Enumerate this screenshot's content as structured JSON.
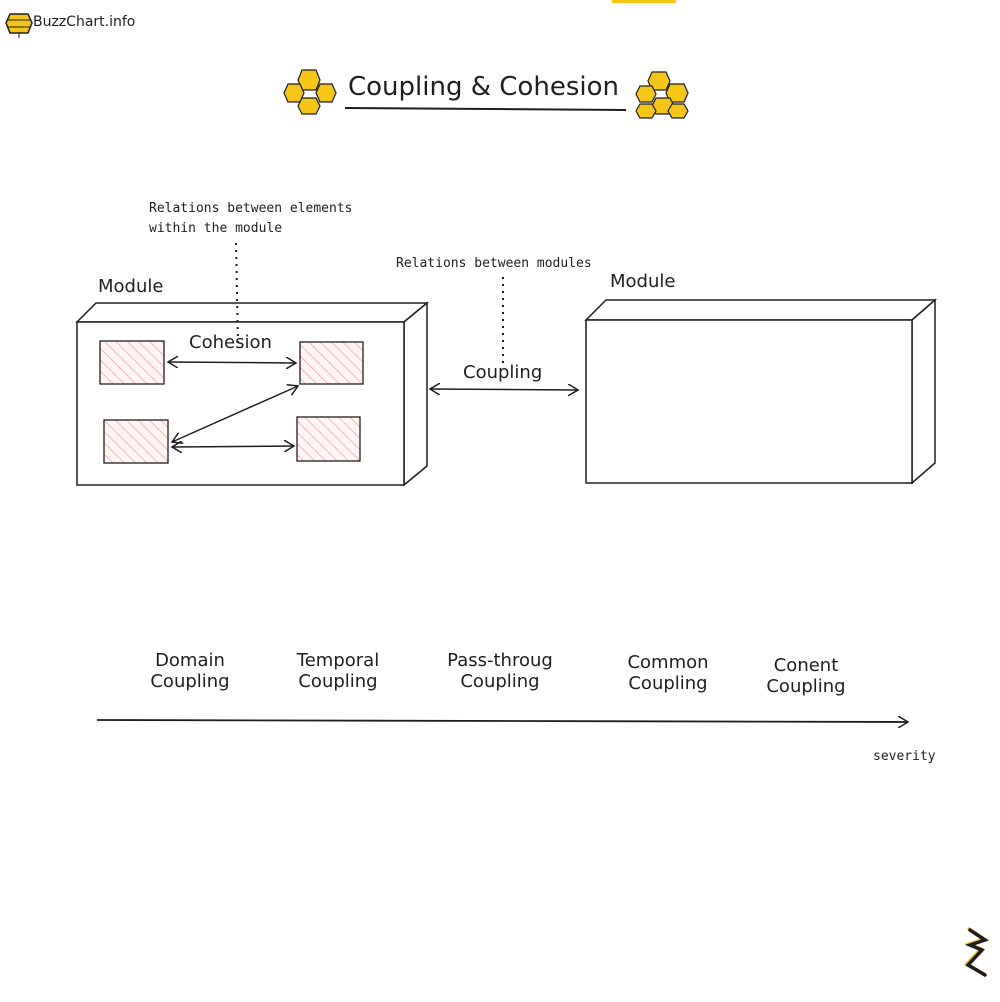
{
  "brand": {
    "name": "BuzzChart.info"
  },
  "title": "Coupling & Cohesion",
  "diagram": {
    "left_module_label": "Module",
    "right_module_label": "Module",
    "cohesion_label": "Cohesion",
    "coupling_label": "Coupling",
    "cohesion_note_line1": "Relations between elements",
    "cohesion_note_line2": "within the module",
    "coupling_note": "Relations between modules"
  },
  "scale": {
    "items": [
      {
        "line1": "Domain",
        "line2": "Coupling"
      },
      {
        "line1": "Temporal",
        "line2": "Coupling"
      },
      {
        "line1": "Pass-throug",
        "line2": "Coupling"
      },
      {
        "line1": "Common",
        "line2": "Coupling"
      },
      {
        "line1": "Conent",
        "line2": "Coupling"
      }
    ],
    "axis_label": "severity"
  },
  "colors": {
    "accent": "#f5c518",
    "hatch": "#f4b8b8",
    "ink": "#1e1e1e"
  }
}
